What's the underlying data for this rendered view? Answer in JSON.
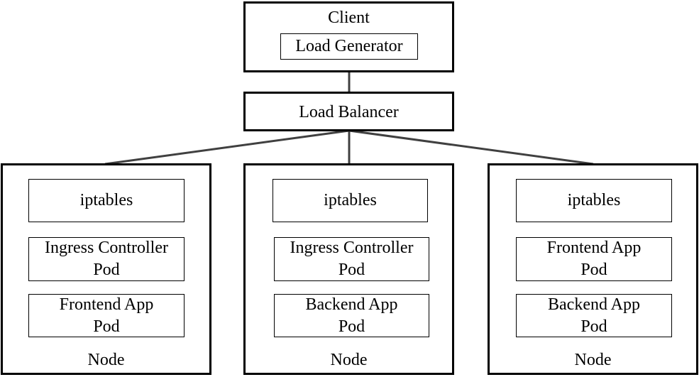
{
  "client": {
    "title": "Client",
    "generator": "Load Generator"
  },
  "load_balancer": {
    "label": "Load Balancer"
  },
  "nodes": [
    {
      "label": "Node",
      "components": [
        {
          "line1": "iptables",
          "line2": ""
        },
        {
          "line1": "Ingress Controller",
          "line2": "Pod"
        },
        {
          "line1": "Frontend App",
          "line2": "Pod"
        }
      ]
    },
    {
      "label": "Node",
      "components": [
        {
          "line1": "iptables",
          "line2": ""
        },
        {
          "line1": "Ingress Controller",
          "line2": "Pod"
        },
        {
          "line1": "Backend App",
          "line2": "Pod"
        }
      ]
    },
    {
      "label": "Node",
      "components": [
        {
          "line1": "iptables",
          "line2": ""
        },
        {
          "line1": "Frontend App",
          "line2": "Pod"
        },
        {
          "line1": "Backend App",
          "line2": "Pod"
        }
      ]
    }
  ]
}
